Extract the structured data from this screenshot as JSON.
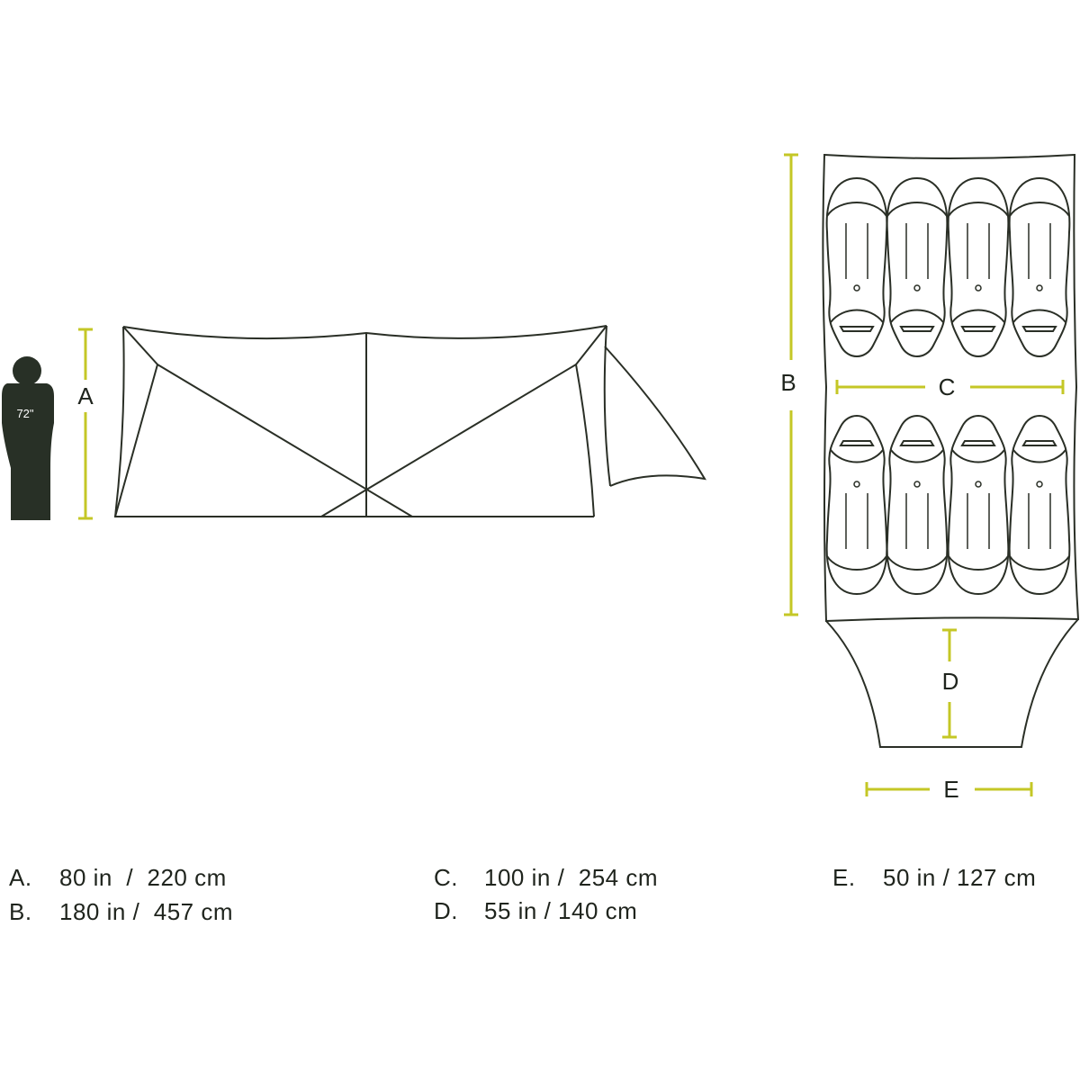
{
  "colors": {
    "outline": "#2a2f26",
    "dimension": "#c4c726",
    "silhouette": "#283026"
  },
  "person": {
    "height_label": "72\""
  },
  "dimension_labels": {
    "a": "A",
    "b": "B",
    "c": "C",
    "d": "D",
    "e": "E"
  },
  "specs": [
    {
      "key": "A.",
      "value": "80 in  /  220 cm"
    },
    {
      "key": "B.",
      "value": "180 in /  457 cm"
    },
    {
      "key": "C.",
      "value": "100 in /  254 cm"
    },
    {
      "key": "D.",
      "value": "55 in / 140 cm"
    },
    {
      "key": "E.",
      "value": "50 in / 127 cm"
    }
  ]
}
